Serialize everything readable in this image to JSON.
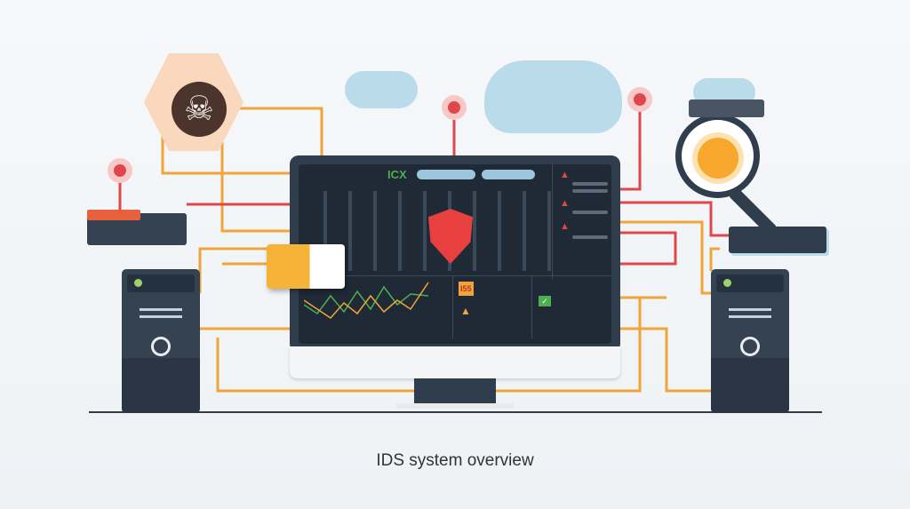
{
  "caption": "IDS system overview",
  "screen": {
    "logo_text": "ICX",
    "alert_code": "I55"
  },
  "colors": {
    "monitor": "#2f3d4c",
    "wire_orange": "#f0a43a",
    "wire_red": "#e0474c",
    "shield": "#e8403f",
    "accent_green": "#4caf50"
  },
  "icons": [
    "skull-icon",
    "shield-icon",
    "lightbulb-icon",
    "magnifier-icon",
    "cloud-icon",
    "warning-icon",
    "check-icon",
    "server-icon",
    "document-icon"
  ]
}
